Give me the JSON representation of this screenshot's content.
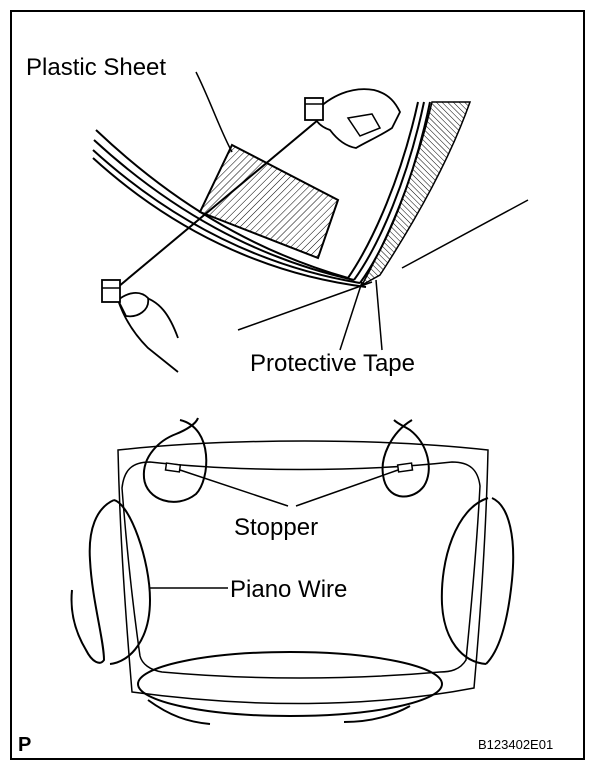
{
  "labels": {
    "plastic_sheet": "Plastic Sheet",
    "protective_tape": "Protective Tape",
    "stopper": "Stopper",
    "piano_wire": "Piano Wire",
    "corner_mark": "P",
    "figure_code": "B123402E01"
  }
}
